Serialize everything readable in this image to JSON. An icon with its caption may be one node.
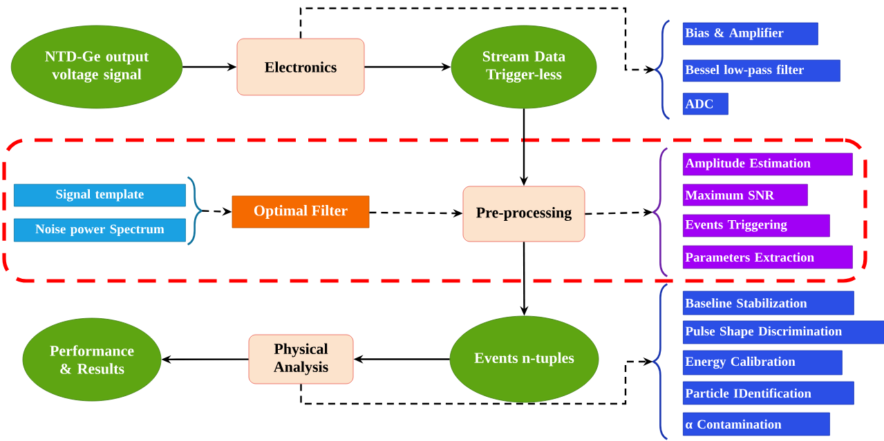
{
  "diagram": {
    "nodes": [
      {
        "text": [
          "NTD-Ge output voltage signal"
        ]
      },
      {
        "text": [
          "Electronics"
        ]
      },
      {
        "text": [
          "Stream Data Trigger-less"
        ]
      },
      {
        "text": [],
        "shape": "bracket"
      },
      {
        "text": [
          "Bias & Amplifier"
        ]
      },
      {
        "text": [
          "Bessel low-pass filter"
        ]
      },
      {
        "text": [
          "ADC"
        ]
      },
      {
        "text": [],
        "shape": "box"
      },
      {
        "text": [
          "Signal template"
        ],
        "in": 7
      },
      {
        "text": [
          "Noise power Spectrum"
        ],
        "in": 7
      },
      {
        "text": [],
        "shape": "bracket",
        "in": 7
      },
      {
        "text": [
          "Optimal Filter"
        ],
        "in": 7
      },
      {
        "text": [
          "Pre-processing"
        ],
        "in": 7
      },
      {
        "text": [],
        "shape": "bracket",
        "in": 7
      },
      {
        "text": [
          "Amplitude Estimation"
        ],
        "in": 7
      },
      {
        "text": [
          "Maximum SNR"
        ],
        "in": 7
      },
      {
        "text": [
          "Events Triggering"
        ],
        "in": 7
      },
      {
        "text": [
          "Parameters Extraction"
        ],
        "in": 7
      },
      {
        "text": [
          "Performance & Results"
        ]
      },
      {
        "text": [
          "Physical Analysis"
        ]
      },
      {
        "text": [
          "Events n-tuples"
        ]
      },
      {
        "text": [],
        "shape": "bracket"
      },
      {
        "text": [
          "Baseline Stabilization"
        ]
      },
      {
        "text": [
          "Pulse Shape Discrimination"
        ]
      },
      {
        "text": [
          "Energy Calibration"
        ]
      },
      {
        "text": [
          "Particle IDentification"
        ]
      },
      {
        "text": [
          "α Contamination"
        ]
      }
    ],
    "edges": [
      {
        "from": 0,
        "to": 1,
        "arrow": "to"
      },
      {
        "from": 1,
        "to": 2,
        "arrow": "to"
      },
      {
        "from": 1,
        "to": 3,
        "arrow": "to",
        "style": "dashed"
      },
      {
        "from": 2,
        "to": 12,
        "arrow": "to"
      },
      {
        "from": 10,
        "to": 11,
        "arrow": "to",
        "style": "dashed"
      },
      {
        "from": 11,
        "to": 12,
        "arrow": "to",
        "style": "dashed"
      },
      {
        "from": 12,
        "to": 13,
        "arrow": "to",
        "style": "dashed"
      },
      {
        "from": 12,
        "to": 20,
        "arrow": "to"
      },
      {
        "from": 20,
        "to": 19,
        "arrow": "to"
      },
      {
        "from": 19,
        "to": 18,
        "arrow": "to"
      },
      {
        "from": 19,
        "to": 21,
        "arrow": "to",
        "style": "dashed"
      }
    ]
  }
}
